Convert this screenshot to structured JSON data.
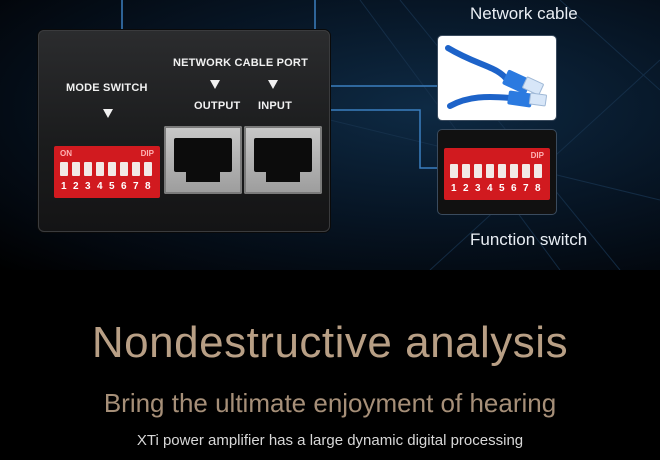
{
  "device": {
    "mode_switch_label": "MODE SWITCH",
    "network_port_label": "NETWORK CABLE PORT",
    "output_label": "OUTPUT",
    "input_label": "INPUT",
    "dip_on": "ON",
    "dip_label": "DIP",
    "dip_numbers": [
      "1",
      "2",
      "3",
      "4",
      "5",
      "6",
      "7",
      "8"
    ]
  },
  "callouts": {
    "network_cable": "Network cable",
    "function_switch": "Function switch"
  },
  "text": {
    "heading": "Nondestructive analysis",
    "subheading": "Bring the ultimate enjoyment of hearing",
    "body": "XTi power amplifier has a large dynamic digital processing"
  },
  "colors": {
    "dip_red": "#d11a1f",
    "heading": "#b89f85",
    "accent_line": "#3b7fbf"
  }
}
